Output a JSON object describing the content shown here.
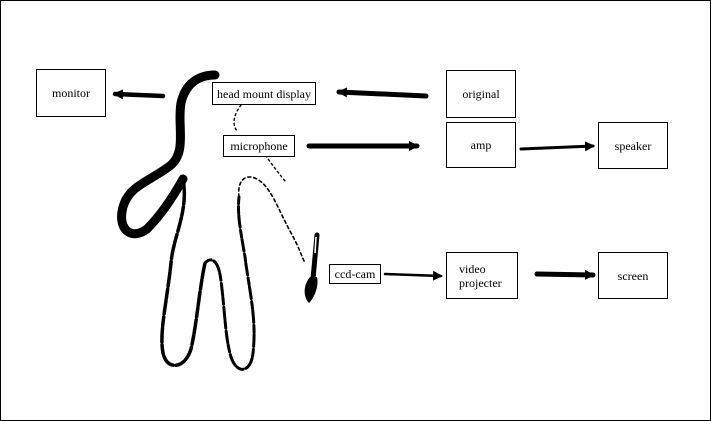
{
  "diagram": {
    "nodes": {
      "monitor": "monitor",
      "head_mount_display": "head mount display",
      "original": "original",
      "microphone": "microphone",
      "amp": "amp",
      "speaker": "speaker",
      "ccd_cam": "ccd-cam",
      "video_projecter": "video\nprojecter",
      "screen": "screen"
    },
    "colors": {
      "ink": "#000000",
      "background": "#ffffff"
    },
    "icons": [
      "hand-drawing",
      "brush-icon"
    ]
  }
}
